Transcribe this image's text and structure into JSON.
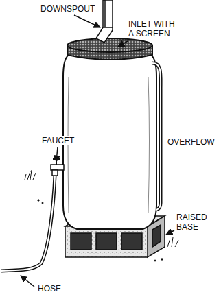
{
  "diagram": {
    "labels": [
      "DOWNSPOUT",
      "INLET WITH A SCREEN",
      "OVERFLOW",
      "FAUCET",
      "RAISED BASE",
      "HOSE"
    ]
  }
}
